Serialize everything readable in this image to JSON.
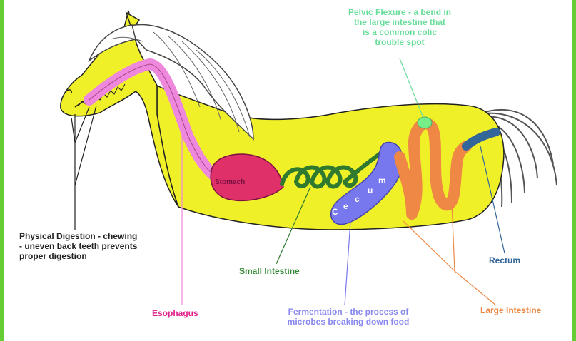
{
  "labels": {
    "pelvic_flexure": "Pelvic Flexure - a bend in\nthe large intestine that\nis a common colic\ntrouble spot",
    "physical_digestion": "Physical Digestion - chewing\n- uneven back teeth prevents\nproper digestion",
    "small_intestine": "Small Intestine",
    "rectum": "Rectum",
    "esophagus": "Esophagus",
    "fermentation": "Fermentation - the process of\nmicrobes breaking down food",
    "large_intestine": "Large Intestine",
    "stomach": "Stomach",
    "cecum_letters": [
      "C",
      "e",
      "c",
      "u",
      "m"
    ]
  },
  "colors": {
    "frame": "#66cc33",
    "body": "#f0f028",
    "esophagus": "#ee88dd",
    "stomach": "#e0306a",
    "small_intestine": "#2f7a2f",
    "cecum": "#7777ee",
    "large_intestine": "#ee8844",
    "rectum": "#336699",
    "pelvic_flexure": "#77ee88"
  }
}
